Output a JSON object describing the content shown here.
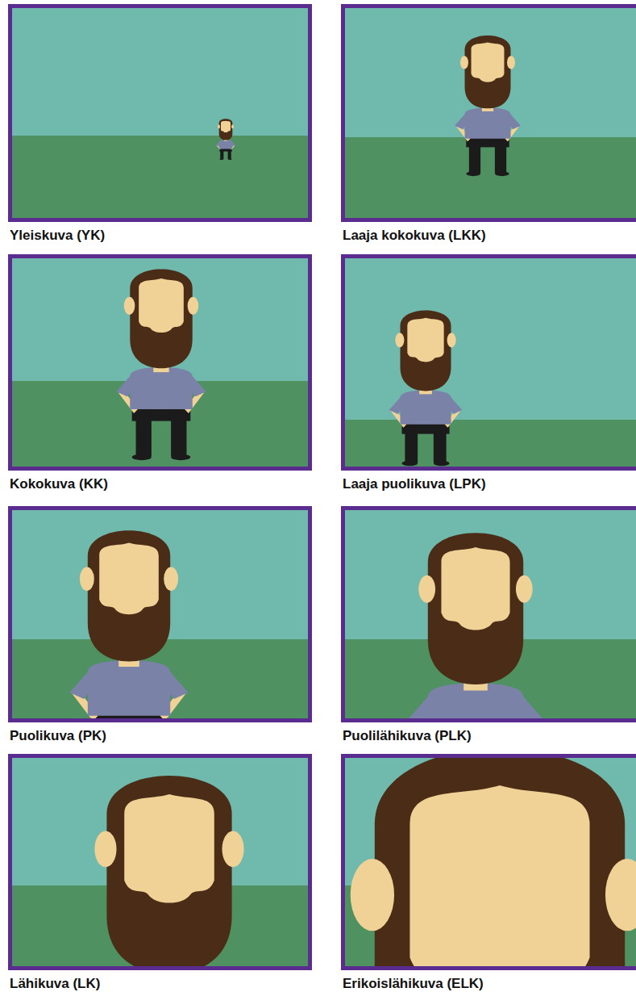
{
  "diagram": {
    "nodes": [
      {
        "text": [
          "Yleiskuva (YK)"
        ]
      },
      {
        "text": [
          "Laaja kokokuva (LKK)"
        ]
      },
      {
        "text": [
          "Kokokuva (KK)"
        ]
      },
      {
        "text": [
          "Laaja puolikuva (LPK)"
        ]
      },
      {
        "text": [
          "Puolikuva (PK)"
        ]
      },
      {
        "text": [
          "Puolilähikuva (PLK)"
        ]
      },
      {
        "text": [
          "Lähikuva (LK)"
        ]
      },
      {
        "text": [
          "Erikoislähikuva (ELK)"
        ]
      }
    ]
  }
}
